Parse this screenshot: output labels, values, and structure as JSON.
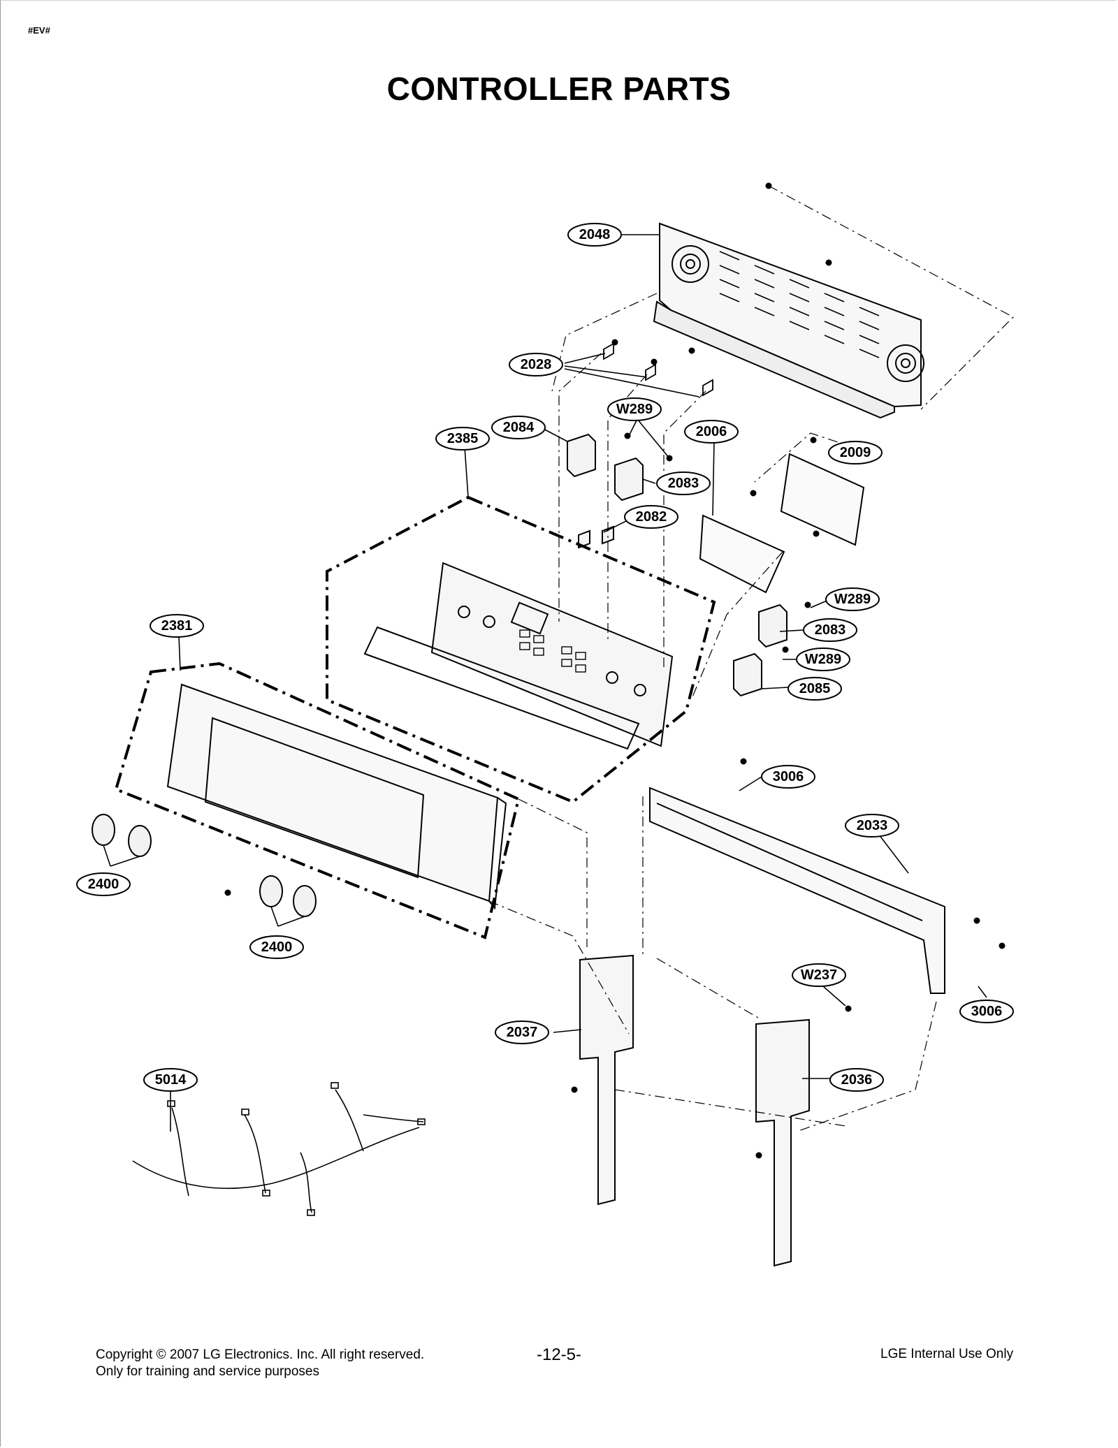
{
  "header": {
    "corner_tag": "#EV#",
    "title": "CONTROLLER PARTS"
  },
  "callouts": {
    "c2048": "2048",
    "c2028": "2028",
    "c2084": "2084",
    "cW289a": "W289",
    "c2385": "2385",
    "c2006": "2006",
    "c2009": "2009",
    "c2083a": "2083",
    "c2082": "2082",
    "cW289b": "W289",
    "c2083b": "2083",
    "cW289c": "W289",
    "c2085": "2085",
    "c2381": "2381",
    "c3006a": "3006",
    "c2033": "2033",
    "c2400a": "2400",
    "c2400b": "2400",
    "cW237": "W237",
    "c3006b": "3006",
    "c2037": "2037",
    "c2036": "2036",
    "c5014": "5014"
  },
  "footer": {
    "copyright": "Copyright © 2007 LG Electronics. Inc. All right reserved.",
    "training": "Only for training and service purposes",
    "page_number": "-12-5-",
    "internal": "LGE Internal Use Only"
  }
}
